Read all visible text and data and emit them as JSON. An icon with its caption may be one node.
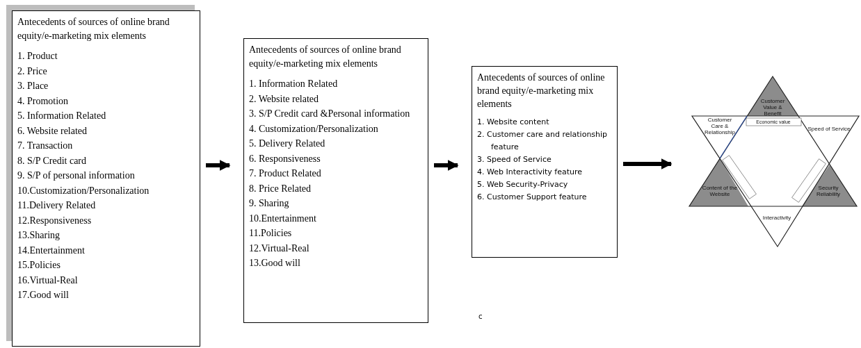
{
  "diagram": {
    "nodes": [
      {
        "text": [
          "Antecedents of sources of online brand equity/e-marketing mix elements",
          "1. Product",
          "2. Price",
          "3. Place",
          "4. Promotion",
          "5. Information Related",
          "6. Website related",
          "7. Transaction",
          "8. S/P Credit card",
          "9. S/P of personal information",
          "10.Customization/Personalization",
          "11.Delivery Related",
          "12.Responsiveness",
          "13.Sharing",
          "14.Entertainment",
          "15.Policies",
          "16.Virtual-Real",
          "17.Good will"
        ]
      },
      {
        "text": [
          "Antecedents of sources of online brand equity/e-marketing mix elements",
          "1. Information Related",
          "2. Website related",
          "3. S/P Credit card &Personal information",
          "4. Customization/Personalization",
          "5. Delivery Related",
          "6. Responsiveness",
          "7. Product Related",
          "8. Price Related",
          "9. Sharing",
          "10.Entertainment",
          "11.Policies",
          "12.Virtual-Real",
          "13.Good will"
        ]
      },
      {
        "text": [
          "Antecedents of sources of online brand equity/e-marketing mix elements",
          "1. Website content",
          "2. Customer care and relationship feature",
          "3. Speed of Service",
          "4. Web Interactivity feature",
          "5. Web Security-Privacy",
          "6. Customer Support feature"
        ]
      },
      {
        "text": [],
        "shape": "picture"
      }
    ],
    "edges": [
      {
        "from": 0,
        "to": 1,
        "arrow": "to"
      },
      {
        "from": 1,
        "to": 2,
        "arrow": "to"
      },
      {
        "from": 2,
        "to": 3,
        "arrow": "to"
      }
    ],
    "labels": [
      "Customer Value & Benefit",
      "Customer Care & Relationship",
      "Economic value",
      "Speed of Service",
      "Content of the Website",
      "Security Reliability",
      "Interactivity",
      "c"
    ]
  }
}
